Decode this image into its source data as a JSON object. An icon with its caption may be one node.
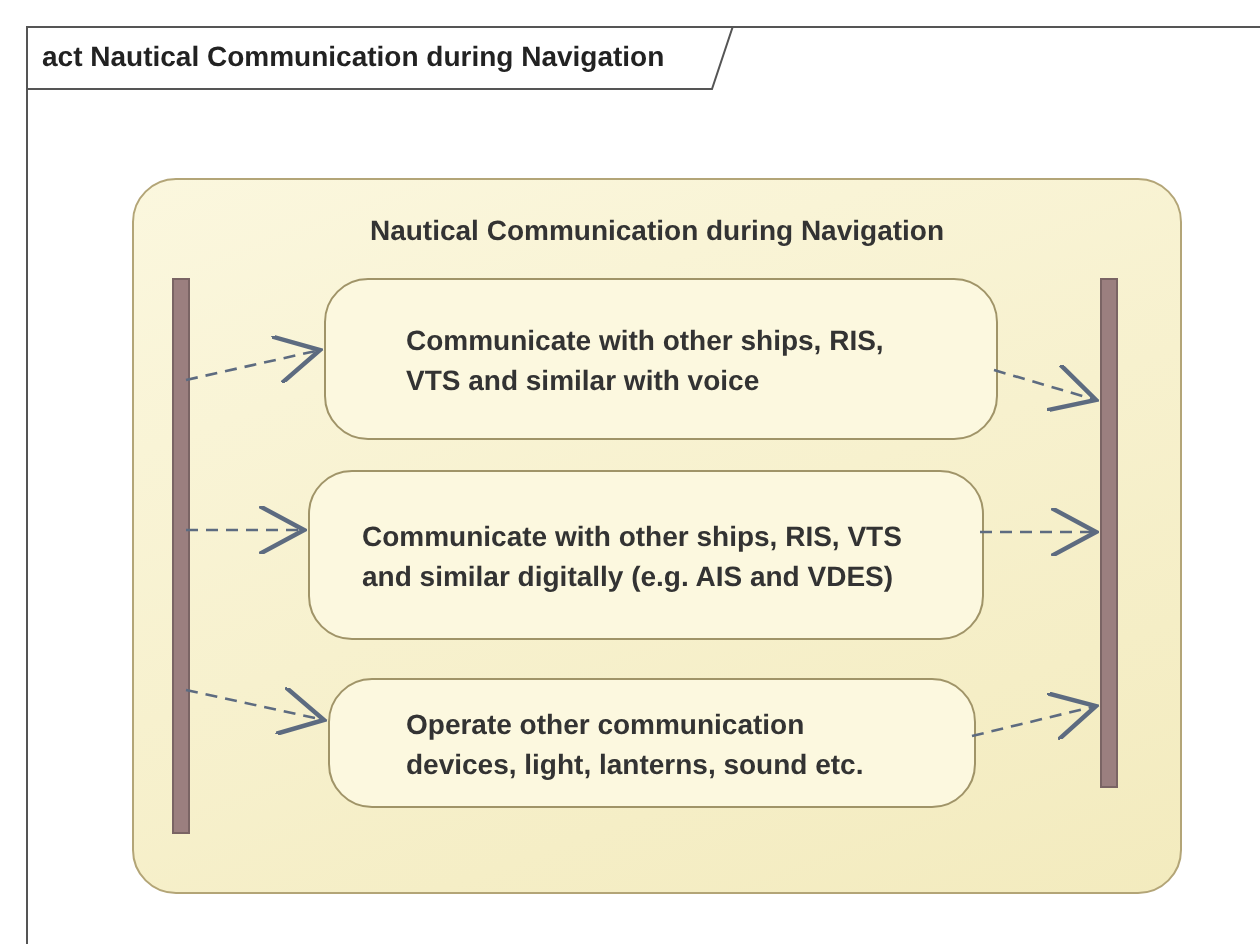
{
  "diagram": {
    "nodes": [
      {
        "text": [
          "act Nautical Communication during Navigation"
        ]
      },
      {
        "text": [
          "Nautical Communication during Navigation"
        ],
        "in": 0
      },
      {
        "text": [],
        "shape": "bar",
        "in": 1
      },
      {
        "text": [
          "Communicate with other ships, RIS, VTS and similar with voice"
        ],
        "in": 1
      },
      {
        "text": [
          "Communicate with other ships, RIS, VTS and similar digitally (e.g. AIS and VDES)"
        ],
        "in": 1
      },
      {
        "text": [
          "Operate other communication devices, light, lanterns, sound etc."
        ],
        "in": 1
      },
      {
        "text": [],
        "shape": "bar",
        "in": 1
      }
    ],
    "edges": [
      {
        "from": 2,
        "to": 3,
        "arrow": "to",
        "style": "dashed"
      },
      {
        "from": 2,
        "to": 4,
        "arrow": "to",
        "style": "dashed"
      },
      {
        "from": 2,
        "to": 5,
        "arrow": "to",
        "style": "dashed"
      },
      {
        "from": 3,
        "to": 6,
        "arrow": "to",
        "style": "dashed"
      },
      {
        "from": 4,
        "to": 6,
        "arrow": "to",
        "style": "dashed"
      },
      {
        "from": 5,
        "to": 6,
        "arrow": "to",
        "style": "dashed"
      }
    ]
  }
}
